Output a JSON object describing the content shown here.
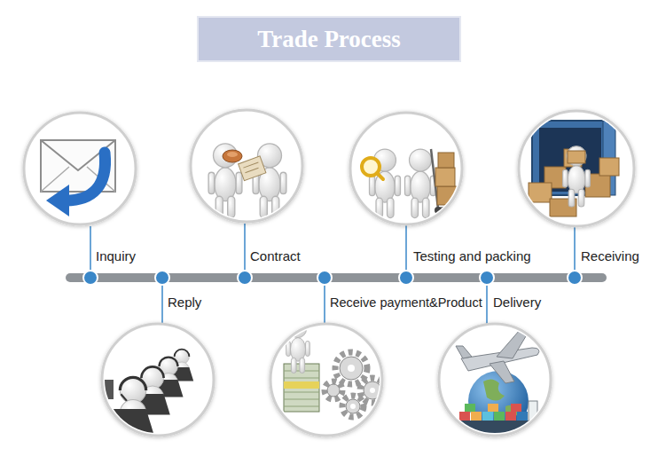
{
  "diagram": {
    "title": "Trade Process",
    "labels": [
      "Inquiry",
      "Reply",
      "Contract",
      "Receive payment&Product",
      "Testing and packing",
      "Delivery",
      "Receiving"
    ]
  }
}
